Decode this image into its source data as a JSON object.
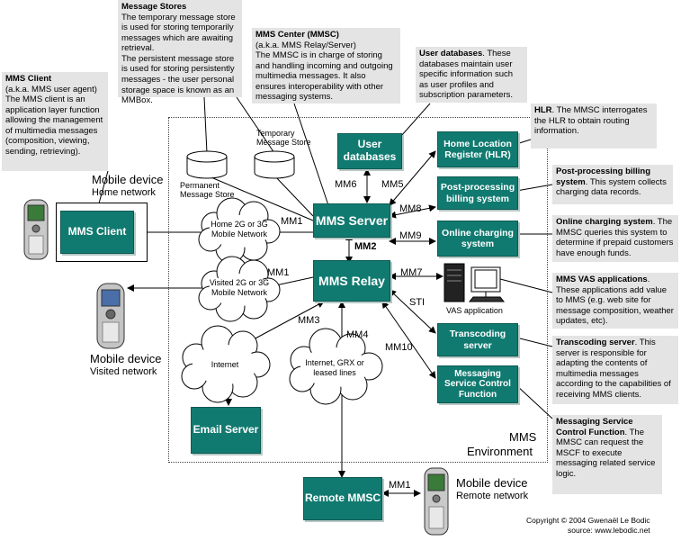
{
  "notes": {
    "message_stores": {
      "title": "Message Stores",
      "line1_em": "temporary message store",
      "line1": "The temporary message store is used for storing temporarily messages which are awaiting retrieval.",
      "line2": "The persistent message store is used for storing persistently messages - the user personal storage space is known as an MMBox."
    },
    "mmsc": {
      "title": "MMS Center (MMSC)",
      "sub": "(a.k.a. MMS Relay/Server)",
      "body": "The MMSC is in charge of storing and handling incoming and outgoing multimedia messages. It also ensures interoperability with other messaging systems."
    },
    "user_db": {
      "title": "User databases",
      "body": ". These databases maintain user specific information such as user profiles and subscription parameters."
    },
    "mms_client": {
      "title": "MMS Client",
      "sub": "(a.k.a. MMS user agent)",
      "body": "The MMS client is an application layer function allowing the management of multimedia messages (composition, viewing, sending, retrieving)."
    },
    "hlr": {
      "title": "HLR",
      "body": ". The MMSC interrogates the HLR to obtain routing information."
    },
    "postbill": {
      "title": "Post-processing billing system",
      "body": ". This system collects charging data records."
    },
    "online": {
      "title": "Online charging system",
      "body": ". The MMSC queries this system to determine if prepaid customers have enough funds."
    },
    "vas": {
      "title": "MMS VAS applications",
      "body": ". These applications add value to MMS (e.g. web site for message composition, weather updates, etc)."
    },
    "transcoding": {
      "title": "Transcoding server",
      "body": ". This server is responsible for adapting the contents of multimedia messages according to the capabilities of receiving MMS clients."
    },
    "mscf": {
      "title": "Messaging Service Control Function",
      "body": ". The MMSC can request the MSCF to execute messaging related service logic."
    }
  },
  "boxes": {
    "user_databases": "User databases",
    "hlr": "Home Location Register (HLR)",
    "postbill": "Post-processing billing system",
    "online": "Online charging system",
    "mms_server": "MMS Server",
    "mms_relay": "MMS Relay",
    "mms_client": "MMS Client",
    "transcoding": "Transcoding server",
    "mscf": "Messaging Service Control Function",
    "email": "Email Server",
    "remote": "Remote MMSC"
  },
  "interfaces": {
    "mm1a": "MM1",
    "mm1b": "MM1",
    "mm1c": "MM1",
    "mm2": "MM2",
    "mm3": "MM3",
    "mm4": "MM4",
    "mm5": "MM5",
    "mm6": "MM6",
    "mm7": "MM7",
    "mm8": "MM8",
    "mm9": "MM9",
    "mm10": "MM10",
    "sti": "STI"
  },
  "clouds": {
    "home": "Home 2G or 3G Mobile Network",
    "visited": "Visited 2G or 3G Mobile Network",
    "internet": "Internet",
    "grx": "Internet, GRX or leased lines"
  },
  "stores": {
    "temporary": "Temporary Message Store",
    "permanent": "Permanent Message Store"
  },
  "labels": {
    "mobile_home_1": "Mobile device",
    "mobile_home_2": "Home network",
    "mobile_visited_1": "Mobile device",
    "mobile_visited_2": "Visited network",
    "mobile_remote_1": "Mobile device",
    "mobile_remote_2": "Remote network",
    "vas_app": "VAS application",
    "env_1": "MMS",
    "env_2": "Environment",
    "copyright_1": "Copyright © 2004 Gwenaël Le Bodic",
    "copyright_2": "source: www.lebodic.net"
  },
  "colors": {
    "box": "#117a70",
    "note": "#e4e4e4"
  }
}
